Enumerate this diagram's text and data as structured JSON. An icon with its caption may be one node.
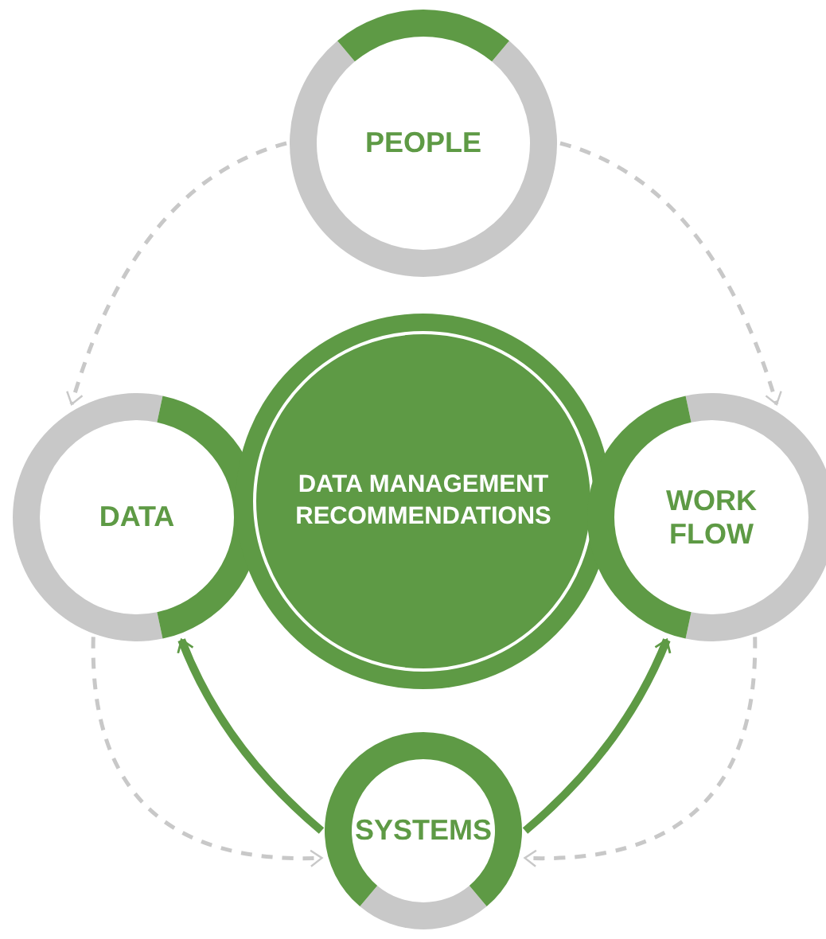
{
  "diagram": {
    "nodes": [
      {
        "text": [
          "PEOPLE"
        ]
      },
      {
        "text": [
          "DATA"
        ]
      },
      {
        "text": [
          "DATA MANAGEMENT RECOMMENDATIONS"
        ]
      },
      {
        "text": [
          "WORK FLOW"
        ]
      },
      {
        "text": [
          "SYSTEMS"
        ]
      }
    ],
    "edges": [
      {
        "from": 0,
        "to": 1,
        "arrow": "to",
        "style": "dashed",
        "color": "#c8c8c8"
      },
      {
        "from": 0,
        "to": 3,
        "arrow": "to",
        "style": "dashed",
        "color": "#c8c8c8"
      },
      {
        "from": 1,
        "to": 4,
        "arrow": "to",
        "style": "dashed",
        "color": "#c8c8c8"
      },
      {
        "from": 3,
        "to": 4,
        "arrow": "to",
        "style": "dashed",
        "color": "#c8c8c8"
      },
      {
        "from": 4,
        "to": 1,
        "arrow": "to",
        "style": "thick",
        "color": "#5e9a45"
      },
      {
        "from": 4,
        "to": 3,
        "arrow": "to",
        "style": "thick",
        "color": "#5e9a45"
      }
    ]
  }
}
